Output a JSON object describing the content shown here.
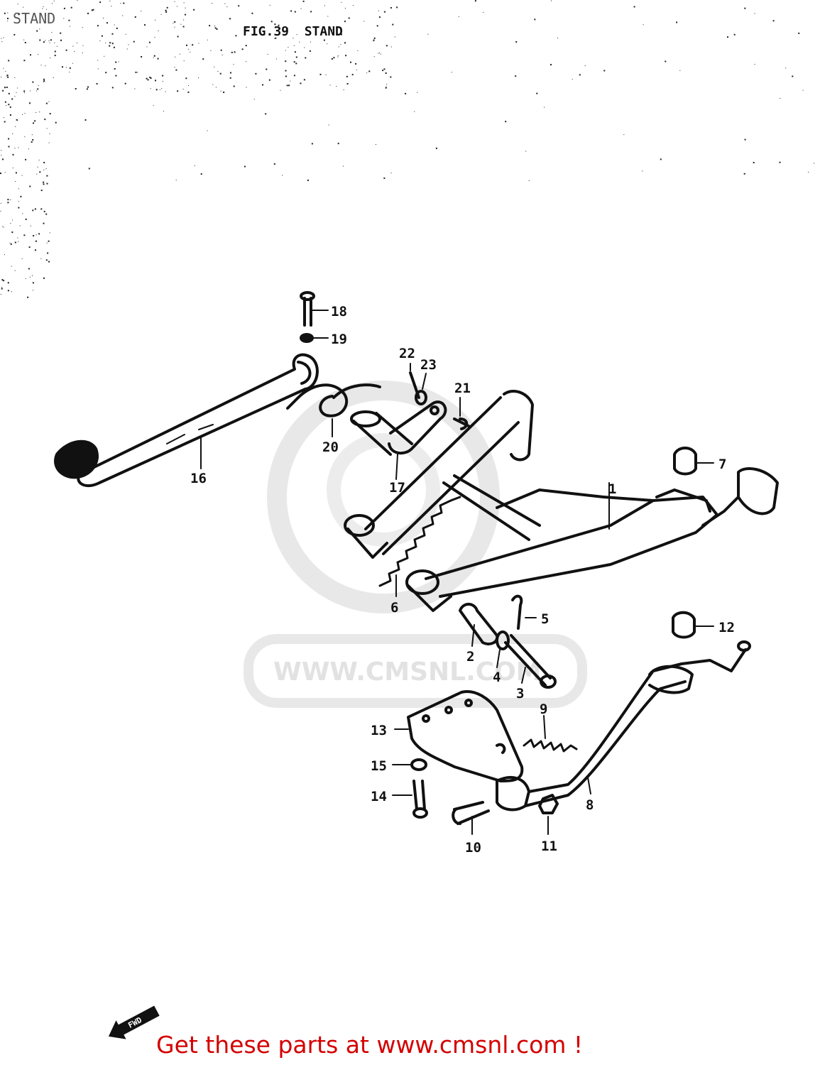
{
  "header": {
    "corner_title": "STAND",
    "fig_title": "FIG.39  STAND"
  },
  "watermark": {
    "text": "WWW.CMSNL.COM"
  },
  "direction_arrow": {
    "label": "FWD"
  },
  "callouts": [
    "1",
    "2",
    "3",
    "4",
    "5",
    "6",
    "7",
    "8",
    "9",
    "10",
    "11",
    "12",
    "13",
    "14",
    "15",
    "16",
    "17",
    "18",
    "19",
    "20",
    "21",
    "22",
    "23"
  ],
  "promo": {
    "text": "Get these parts at www.cmsnl.com !"
  },
  "colors": {
    "line": "#111111",
    "promo": "#d40000",
    "watermark": "#e2e2e2"
  }
}
